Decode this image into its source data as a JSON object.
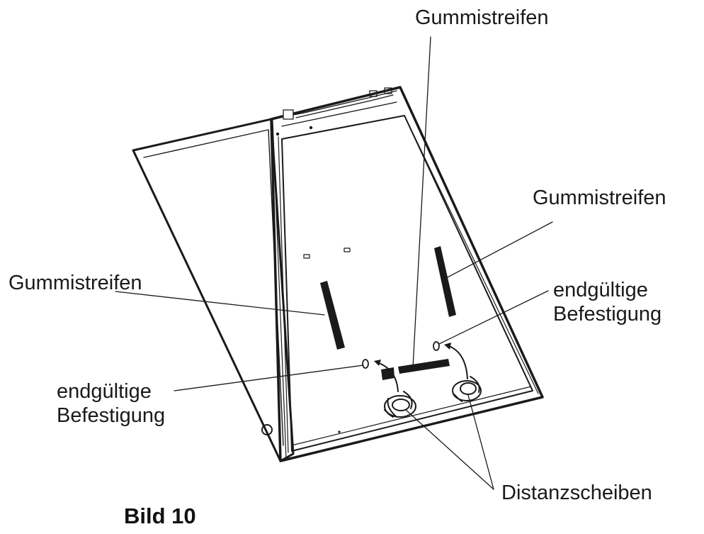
{
  "labels": {
    "top": "Gummistreifen",
    "right": "Gummistreifen",
    "left": "Gummistreifen",
    "fix_right_line1": "endgültige",
    "fix_right_line2": "Befestigung",
    "fix_left_line1": "endgültige",
    "fix_left_line2": "Befestigung",
    "spacers": "Distanzscheiben"
  },
  "caption": "Bild 10",
  "colors": {
    "line": "#1a1a1a",
    "background": "#ffffff"
  }
}
